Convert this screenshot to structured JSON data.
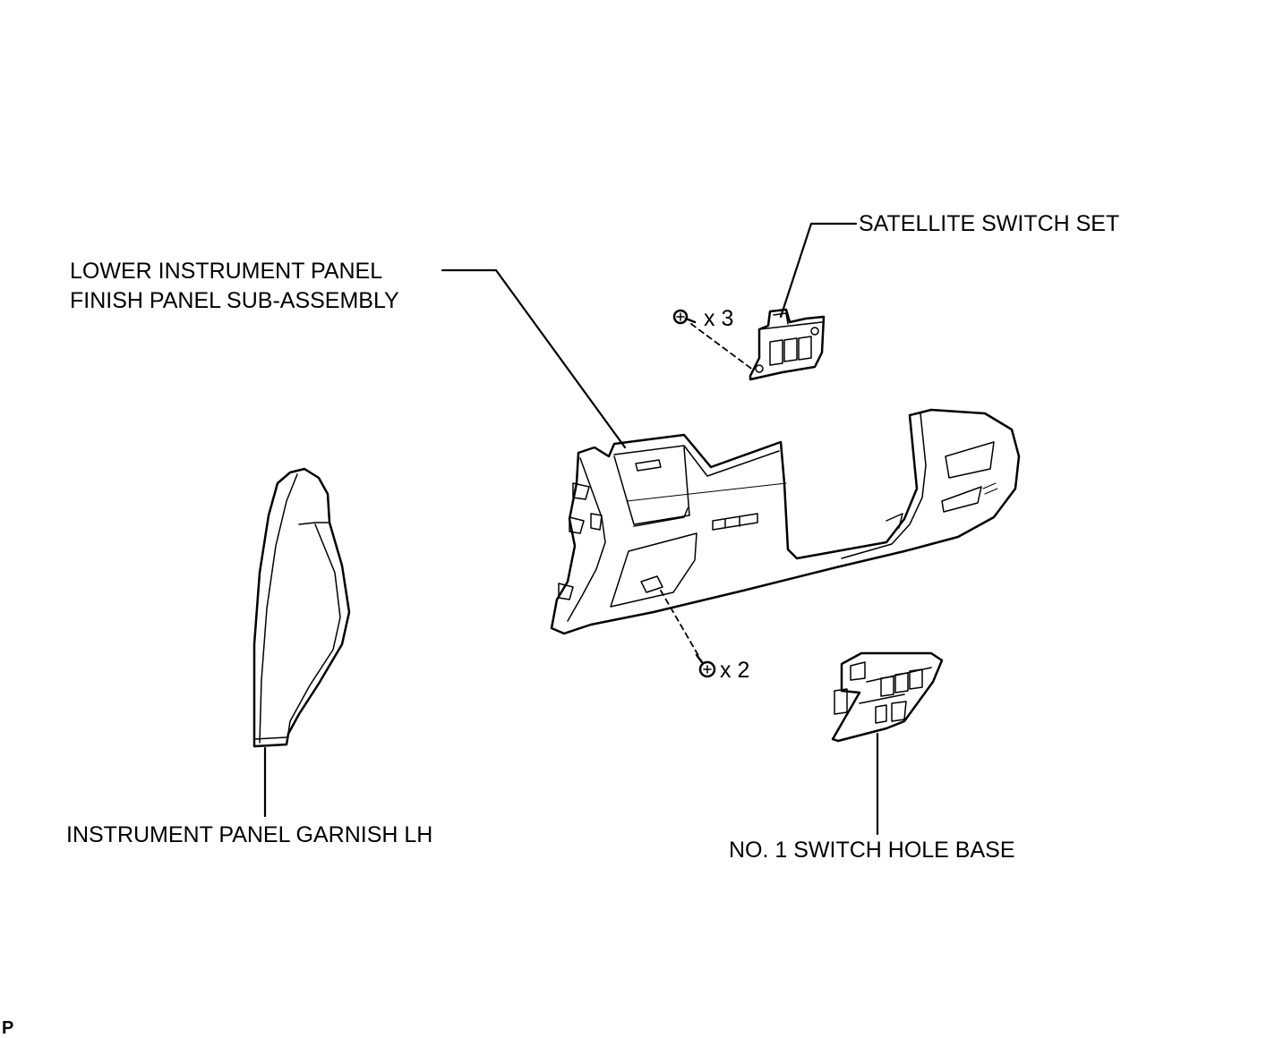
{
  "labels": {
    "satellite_switch_set": "SATELLITE SWITCH SET",
    "lower_panel_line1": "LOWER INSTRUMENT PANEL",
    "lower_panel_line2": "FINISH PANEL SUB-ASSEMBLY",
    "garnish_lh": "INSTRUMENT PANEL GARNISH LH",
    "switch_hole_base": "NO. 1 SWITCH HOLE BASE"
  },
  "quantities": {
    "satellite_screws": "x 3",
    "panel_screws": "x 2"
  },
  "corner_mark": "P"
}
